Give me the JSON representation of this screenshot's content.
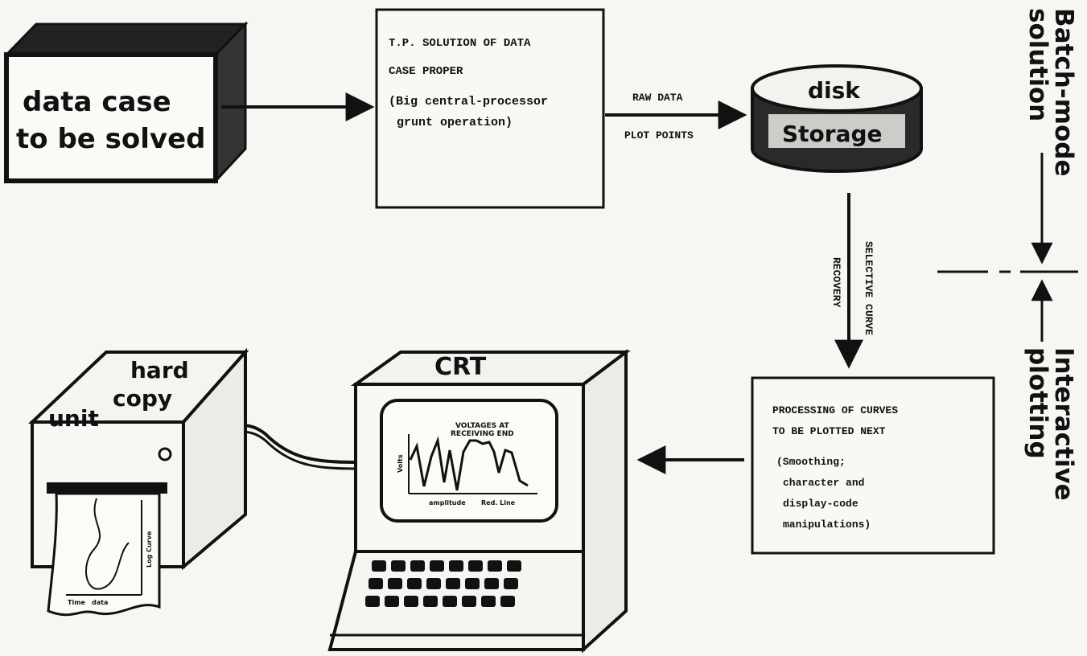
{
  "data_case": {
    "line1": "data case",
    "line2": "to be solved"
  },
  "solution_box": {
    "line1": "T.P. SOLUTION OF DATA",
    "line2": "CASE PROPER",
    "line3": "(Big central-processor",
    "line4": "grunt operation)"
  },
  "arrow_to_disk": {
    "top": "RAW DATA",
    "bottom": "PLOT POINTS"
  },
  "disk": {
    "top": "disk",
    "bottom": "Storage"
  },
  "selective_recovery": {
    "line1": "SELECTIVE CURVE",
    "line2": "RECOVERY"
  },
  "processing_box": {
    "line1": "PROCESSING OF CURVES",
    "line2": "TO BE PLOTTED NEXT",
    "line3": "(Smoothing;",
    "line4": "character and",
    "line5": "display-code",
    "line6": "manipulations)"
  },
  "crt": {
    "label": "CRT",
    "screen_title1": "VOLTAGES AT",
    "screen_title2": "RECEIVING END",
    "screen_ylabel": "Volts",
    "screen_xlabel1": "amplitude",
    "screen_xlabel2": "Red. Line"
  },
  "hardcopy": {
    "line1": "hard",
    "line2": "copy",
    "line3": "unit",
    "paper_xlabel1": "Time",
    "paper_xlabel2": "data",
    "paper_ylabel": "Log Curve"
  },
  "side_labels": {
    "batch_line1": "Batch-mode",
    "batch_line2": "solution",
    "interactive_line1": "Interactive",
    "interactive_line2": "plotting"
  }
}
